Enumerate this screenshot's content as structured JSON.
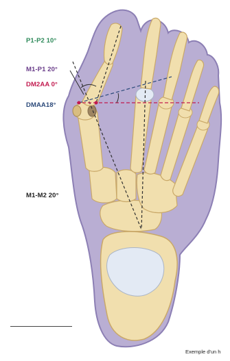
{
  "labels": {
    "p1p2": "P1-P2 10°",
    "m1p1": "M1-P1 20°",
    "dm2aa": "DM2AA 0°",
    "dmaa": "DMAA18°",
    "m1m2": "M1-M2 20°"
  },
  "caption": "Exemple d'un h",
  "colors": {
    "p1p2": "#2e8a5a",
    "m1p1": "#6a3d8a",
    "dm2aa": "#c21a4f",
    "dmaa": "#2c4a7a",
    "m1m2": "#222222",
    "halo": "#9d8fbf",
    "bone": "#f1dfae",
    "bone_shade": "#d9bd80",
    "cartilage": "#e3eaf4"
  }
}
